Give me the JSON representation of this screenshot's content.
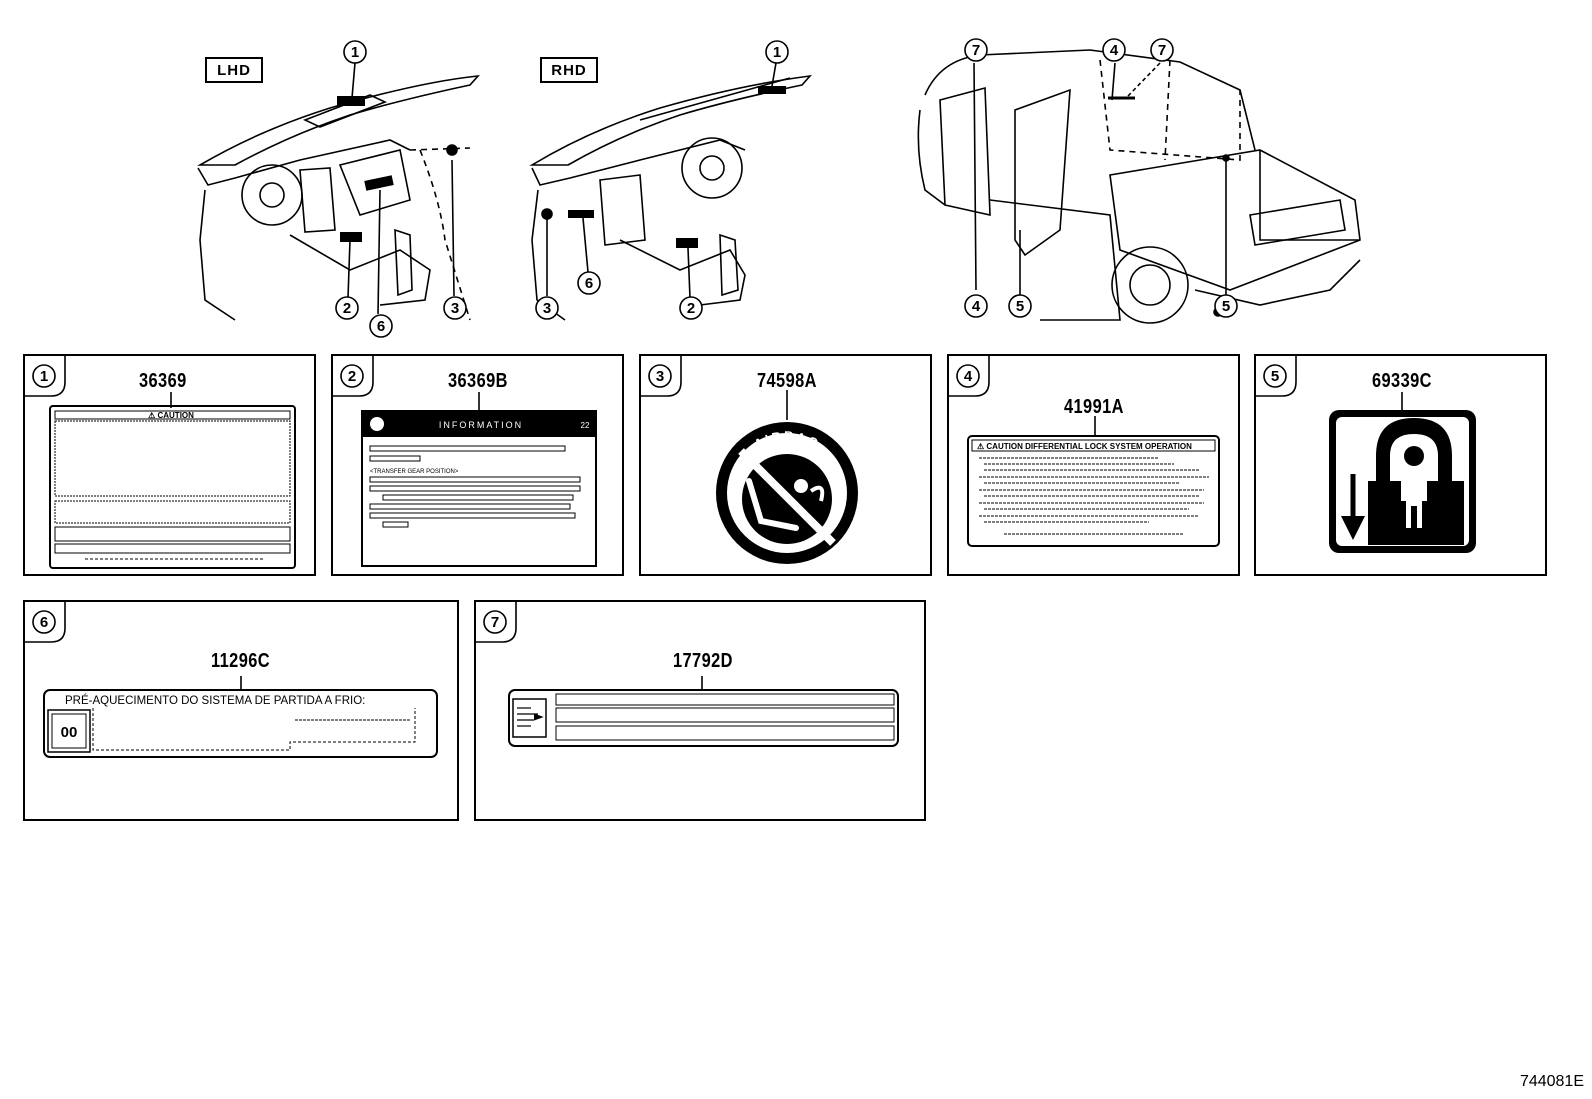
{
  "tags": {
    "lhd": "LHD",
    "rhd": "RHD"
  },
  "callouts": [
    "1",
    "2",
    "3",
    "4",
    "5",
    "6",
    "7"
  ],
  "parts": [
    {
      "callout": "1",
      "part_no": "36369",
      "text": "CAUTION"
    },
    {
      "callout": "2",
      "part_no": "36369B",
      "text": "INFORMATION",
      "text_num": "22",
      "text2": "<TRANSFER GEAR POSITION>"
    },
    {
      "callout": "3",
      "part_no": "74598A",
      "text": "AIRBAG"
    },
    {
      "callout": "4",
      "part_no": "41991A",
      "text": "CAUTION  DIFFERENTIAL LOCK SYSTEM OPERATION"
    },
    {
      "callout": "5",
      "part_no": "69339C"
    },
    {
      "callout": "6",
      "part_no": "11296C",
      "text": "PRÉ-AQUECIMENTO DO SISTEMA  DE  PARTIDA A FRIO:",
      "text2": "00"
    },
    {
      "callout": "7",
      "part_no": "17792D"
    }
  ],
  "doc_number": "744081E"
}
